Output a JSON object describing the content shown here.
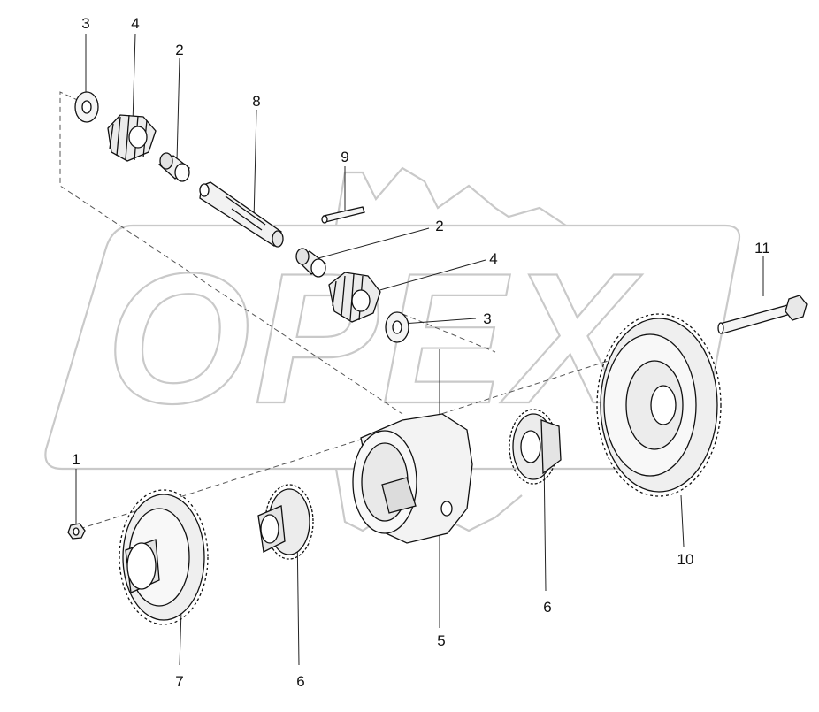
{
  "watermark": {
    "text": "OPEX"
  },
  "callouts": [
    {
      "id": "c1",
      "text": "1"
    },
    {
      "id": "c2a",
      "text": "2"
    },
    {
      "id": "c2b",
      "text": "2"
    },
    {
      "id": "c3a",
      "text": "3"
    },
    {
      "id": "c3b",
      "text": "3"
    },
    {
      "id": "c4a",
      "text": "4"
    },
    {
      "id": "c4b",
      "text": "4"
    },
    {
      "id": "c5",
      "text": "5"
    },
    {
      "id": "c6a",
      "text": "6"
    },
    {
      "id": "c6b",
      "text": "6"
    },
    {
      "id": "c7",
      "text": "7"
    },
    {
      "id": "c8",
      "text": "8"
    },
    {
      "id": "c9",
      "text": "9"
    },
    {
      "id": "c10",
      "text": "10"
    },
    {
      "id": "c11",
      "text": "11"
    }
  ]
}
